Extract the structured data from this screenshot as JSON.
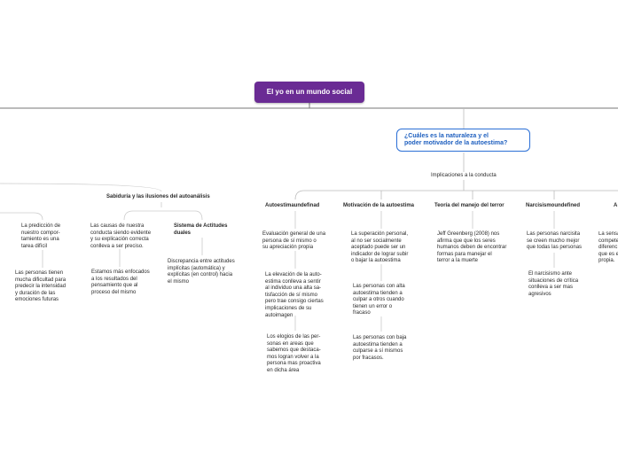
{
  "title": "El yo en un mundo social",
  "question": {
    "line1": "¿Cuáles es la naturaleza y el",
    "line2": "poder motivador de la autoestima?"
  },
  "implicaciones": "Implicaciones a la conducta",
  "sabiduria": {
    "heading": "Sabiduría y las ilusiones del autoanálisis",
    "prediccion": [
      "La predicción de",
      "nuestro compor-",
      "tamiento es una",
      "tarea difícil"
    ],
    "personas_dificultad": [
      "Las personas tienen",
      "mucha dificultad para",
      "predecir la intensidad",
      "y duración de las",
      "emociones futuras"
    ],
    "causas": [
      "Las causas de nuestra",
      "conducta siendo evidente",
      "y su explicación correcta",
      "conlleva a ser preciso."
    ],
    "enfocados": [
      "Estamos más enfocados",
      "a los resultados del",
      "pensamiento que al",
      "proceso del mismo"
    ],
    "sistema": [
      "Sistema de Actitudes",
      "duales"
    ],
    "discrepancia": [
      "Discrepancia entre actitudes",
      "implícitas (automática) y",
      "explícitas (en control) hacia",
      "el mismo"
    ]
  },
  "columns": {
    "autoestima": {
      "heading": "Autoestimaundefinad",
      "items": [
        [
          "Evaluación general de una",
          "persona de sí mismo o",
          "su apreciación propia"
        ],
        [
          "La elevación de la auto-",
          "estima conlleva a sentir",
          "al individuo una alta sa-",
          "tisfacción de sí mismo",
          "pero trae consigo ciertas",
          "implicaciones de su",
          "autoimagen"
        ],
        [
          "Los elogios de las per-",
          "sonas en areas que",
          "sabemos que destaca-",
          "mos logran volver a la",
          "persona mas proactiva",
          "en dicha área"
        ]
      ]
    },
    "motivacion": {
      "heading": "Motivación de la autoestima",
      "items": [
        [
          "La superación personal,",
          "al no ser socialmente",
          "aceptado puede ser un",
          "indicador de lograr subir",
          "o bajar la autoestima"
        ],
        [
          "Las personas con alta",
          "autoestima tienden a",
          "culpar a otros cuando",
          "tienen un error o",
          "fracaso"
        ],
        [
          "Las personas con baja",
          "autoestima tienden a",
          "culparse a sí mismos",
          "por fracasos."
        ]
      ]
    },
    "teoria": {
      "heading": "Teoría del manejo del terror",
      "items": [
        [
          "Jeff Greenberg (2008) nos",
          "afirma que que los seres",
          "humanos deben de encontrar",
          "formas para manejar el",
          "terror a la muerte"
        ]
      ]
    },
    "narcisismo": {
      "heading": "Narcisismoundefined",
      "items": [
        [
          "Las personas narcisita",
          "se creen mucho mejor",
          "que todas las personas"
        ],
        [
          "El narcisismo ante",
          "situaciones de crítica",
          "conlleva a ser mas",
          "agresivos"
        ]
      ]
    },
    "partial": {
      "heading": "A",
      "items": [
        [
          "La sensa",
          "compete",
          "diferenc",
          "que es e",
          "propia."
        ]
      ]
    }
  }
}
